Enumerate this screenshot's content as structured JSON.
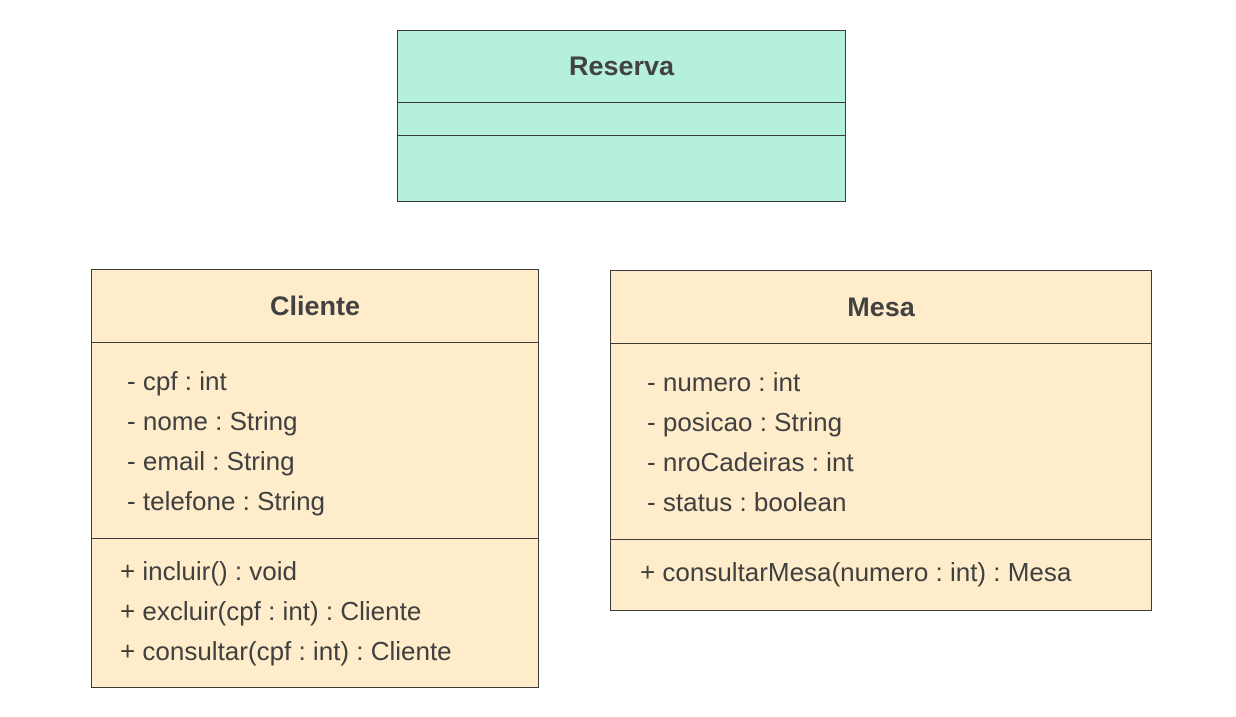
{
  "classes": {
    "reserva": {
      "name": "Reserva",
      "attributes": [],
      "operations": []
    },
    "cliente": {
      "name": "Cliente",
      "attributes": [
        "- cpf : int",
        "- nome : String",
        "- email : String",
        "- telefone : String"
      ],
      "operations": [
        "+ incluir() : void",
        "+ excluir(cpf : int) : Cliente",
        "+ consultar(cpf : int) : Cliente"
      ]
    },
    "mesa": {
      "name": "Mesa",
      "attributes": [
        "- numero : int",
        "- posicao : String",
        "- nroCadeiras : int",
        "- status : boolean"
      ],
      "operations": [
        "+ consultarMesa(numero : int) : Mesa"
      ]
    }
  },
  "colors": {
    "reserva_fill": "#b5f0dc",
    "class_fill": "#feecca",
    "border": "#3a3a3a",
    "text": "#404040"
  }
}
